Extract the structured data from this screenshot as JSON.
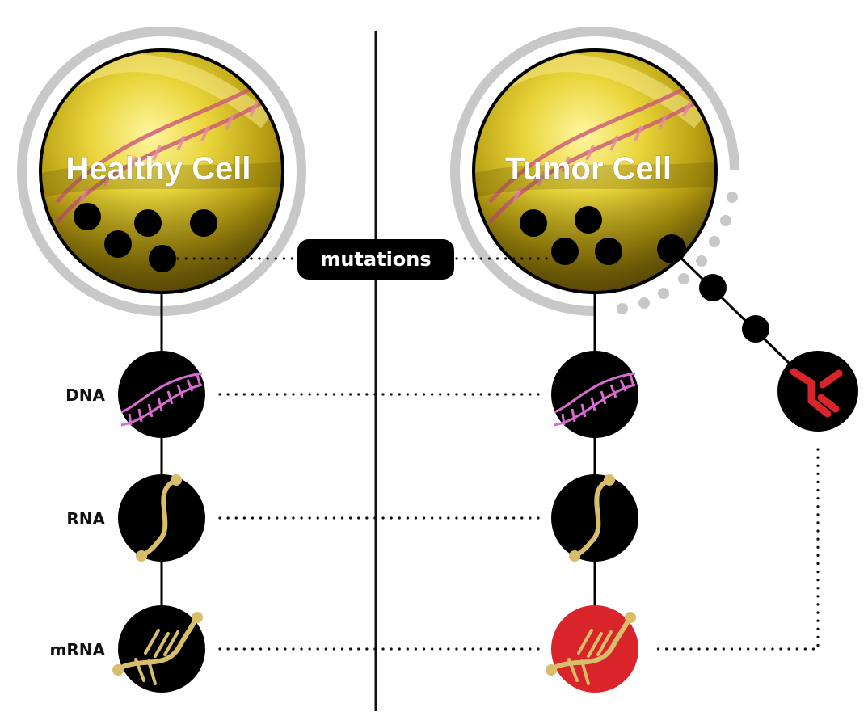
{
  "cells": {
    "healthy": {
      "title": "Healthy Cell"
    },
    "tumor": {
      "title": "Tumor Cell"
    }
  },
  "badge": {
    "label": "mutations"
  },
  "rows": [
    {
      "label": "DNA",
      "icon": "dna-helix-icon"
    },
    {
      "label": "RNA",
      "icon": "rna-strand-icon"
    },
    {
      "label": "mRNA",
      "icon": "mrna-strand-icon"
    }
  ],
  "antibody": {
    "icon": "antibody-icon"
  },
  "colors": {
    "cell_gold": "#d9c21a",
    "ring_gray": "#c8c8c8",
    "node_black": "#000000",
    "highlight_red": "#d9242a",
    "strand_gold": "#d8bd6a",
    "dna_pink": "#d86bd0"
  }
}
